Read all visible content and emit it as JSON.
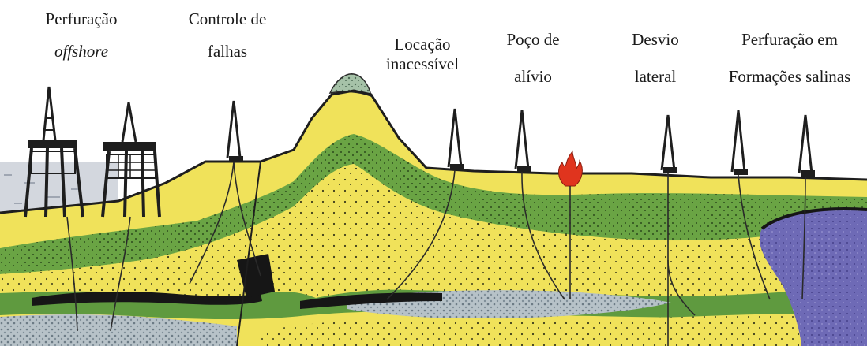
{
  "labels": {
    "offshore": {
      "line1": "Perfuração",
      "line2": "offshore"
    },
    "fault_control": {
      "line1": "Controle de",
      "line2": "falhas"
    },
    "inaccessible": {
      "line1": "Locação",
      "line2": "inacessível"
    },
    "relief_well": {
      "line1": "Poço de",
      "line2": "alívio"
    },
    "lateral_deviation": {
      "line1": "Desvio",
      "line2": "lateral"
    },
    "salt_formations": {
      "line1": "Perfuração em",
      "line2": "Formações salinas"
    }
  },
  "colors": {
    "sand": "#f0e25a",
    "sand_dark": "#e3cf3c",
    "shale_green": "#5f9a3f",
    "shale_green_light": "#8cbf4e",
    "seabed_black": "#161616",
    "water": "#d3d7de",
    "salt": "#6e6ab6",
    "salt_dark": "#403c8c",
    "grey_rock": "#9aa6b0",
    "flame": "#e0341e"
  },
  "icons": {
    "rig": "drilling-rig-icon",
    "flame": "flame-icon",
    "platform": "offshore-platform-icon"
  }
}
